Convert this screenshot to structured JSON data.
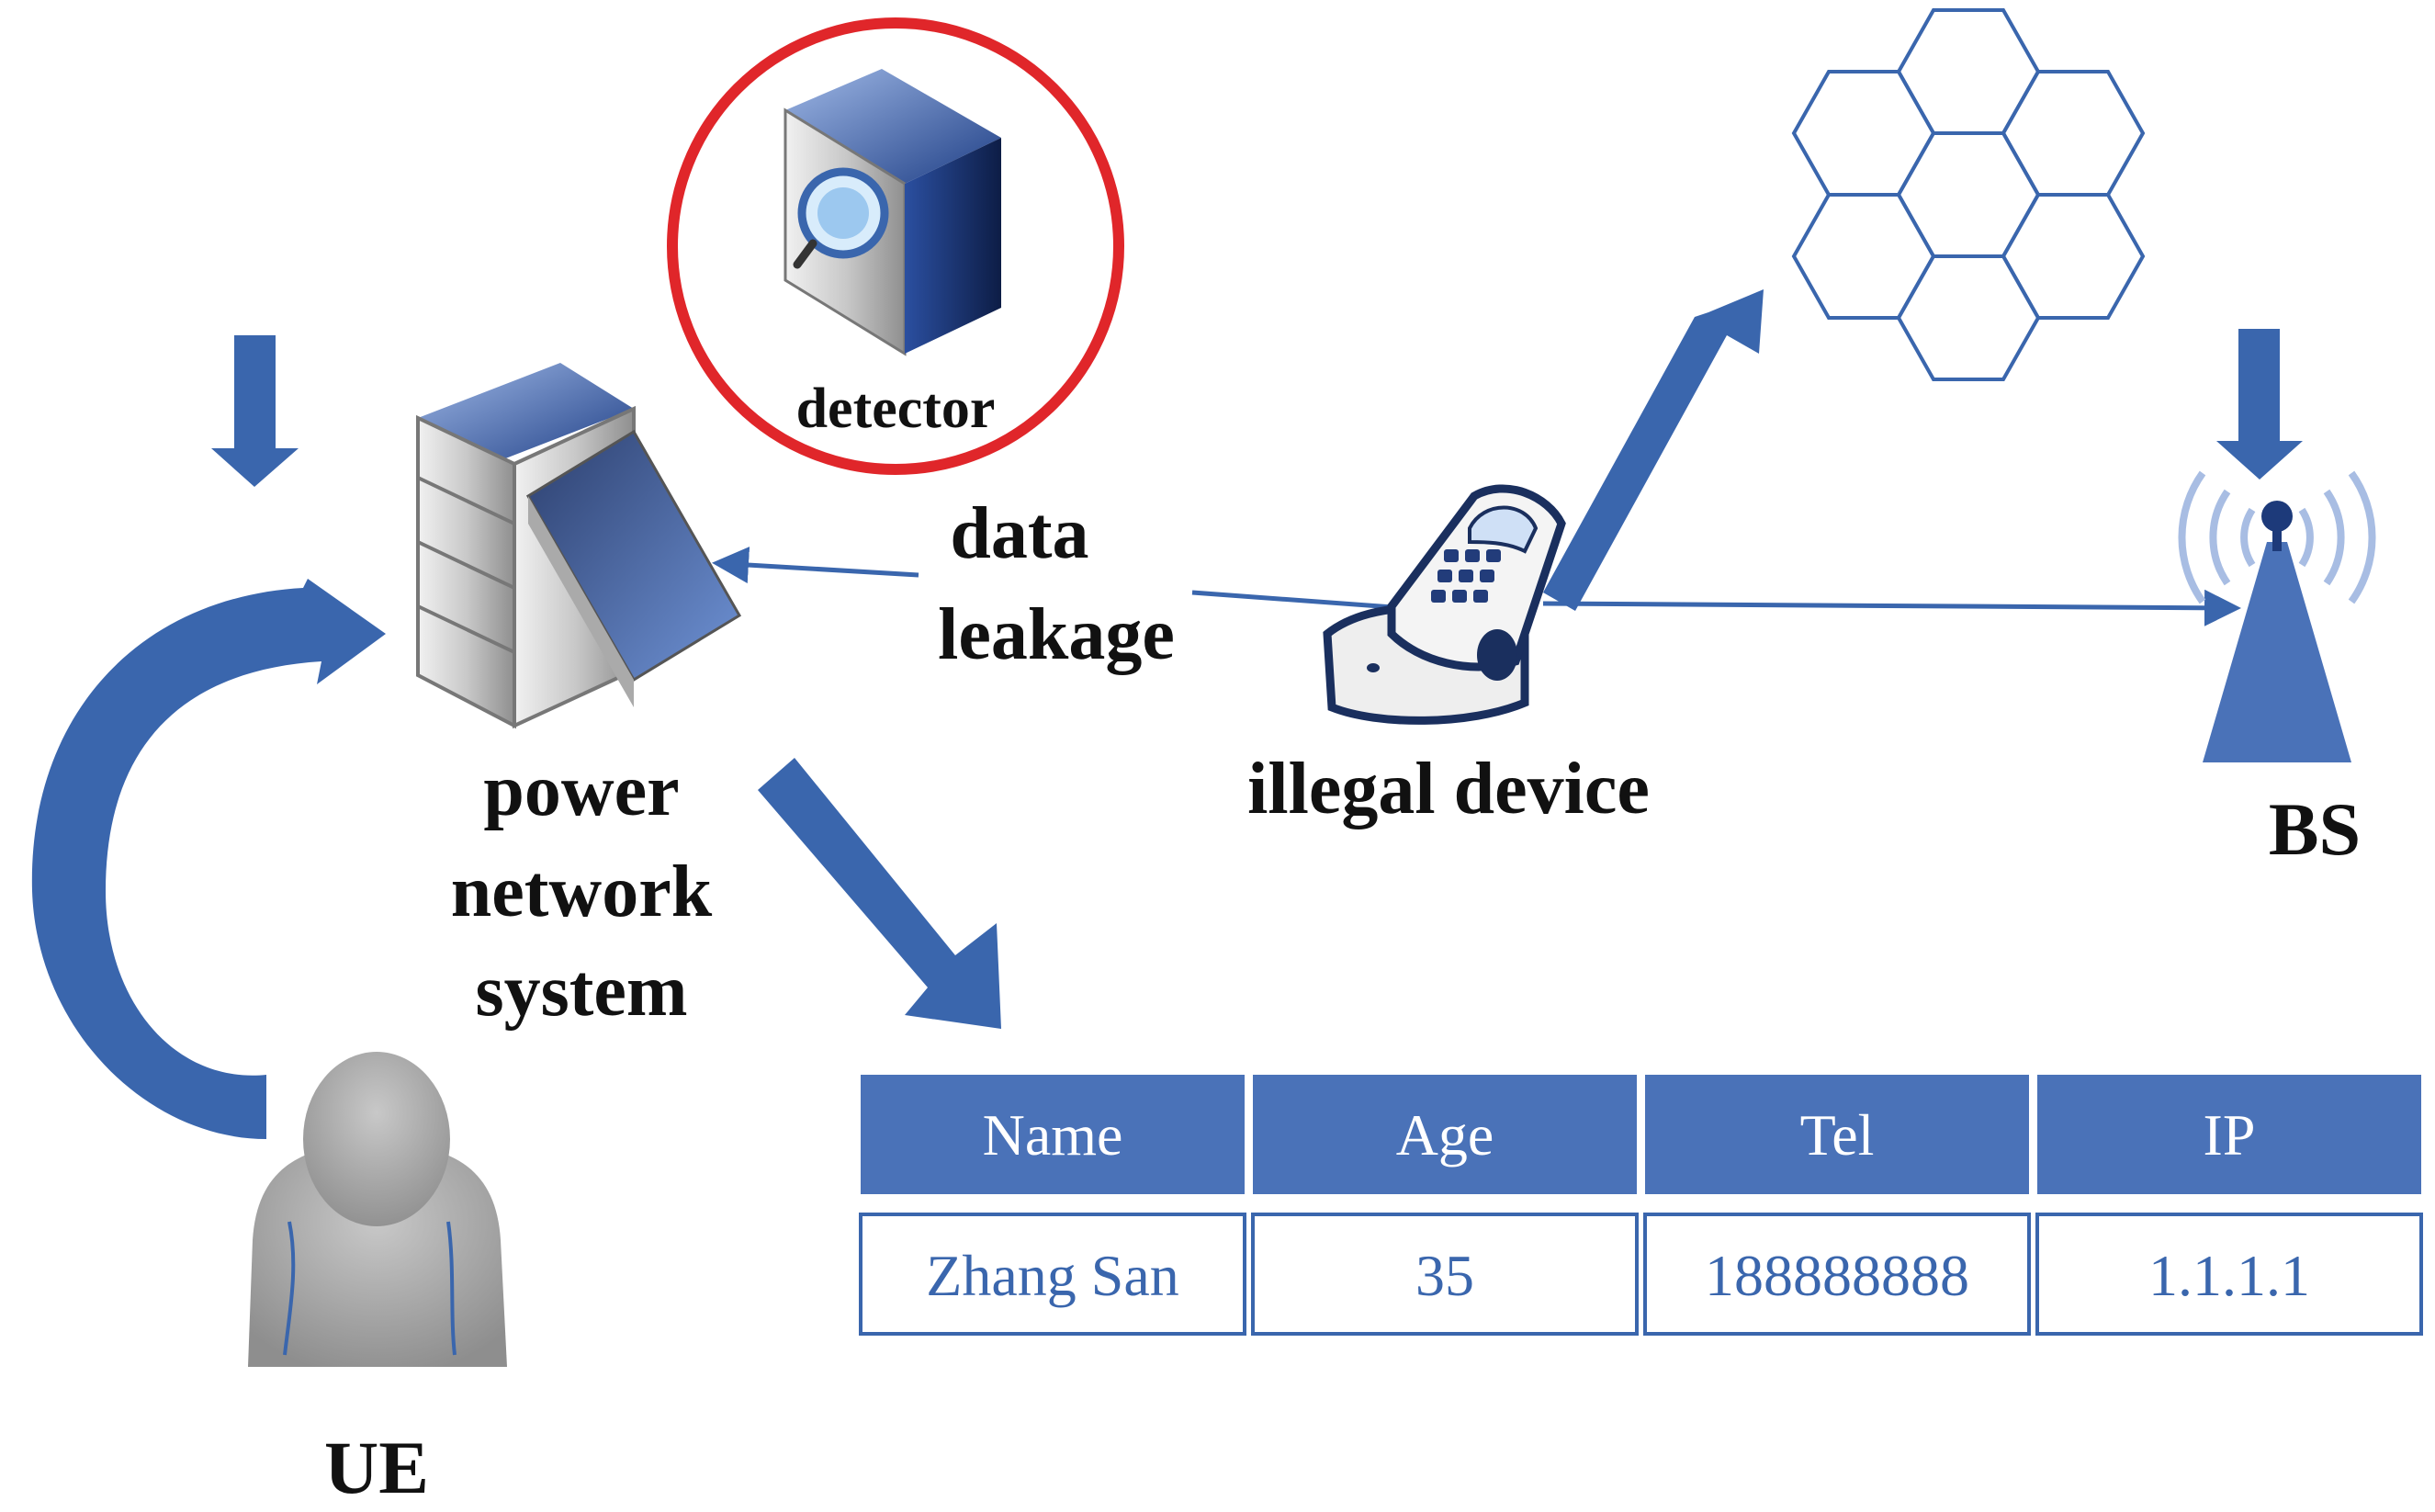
{
  "labels": {
    "detector": "detector",
    "data_leakage": [
      "data",
      "leakage"
    ],
    "power_network_system": [
      "power",
      "network",
      "system"
    ],
    "illegal_device": "illegal device",
    "bs": "BS",
    "ue": "UE"
  },
  "table": {
    "headers": [
      "Name",
      "Age",
      "Tel",
      "IP"
    ],
    "rows": [
      [
        "Zhang San",
        "35",
        "188888888",
        "1.1.1.1"
      ]
    ]
  },
  "colors": {
    "accent": "#3a66ad",
    "header_fill": "#4a72b8",
    "detector_ring": "#e0262a",
    "text": "#111111"
  }
}
